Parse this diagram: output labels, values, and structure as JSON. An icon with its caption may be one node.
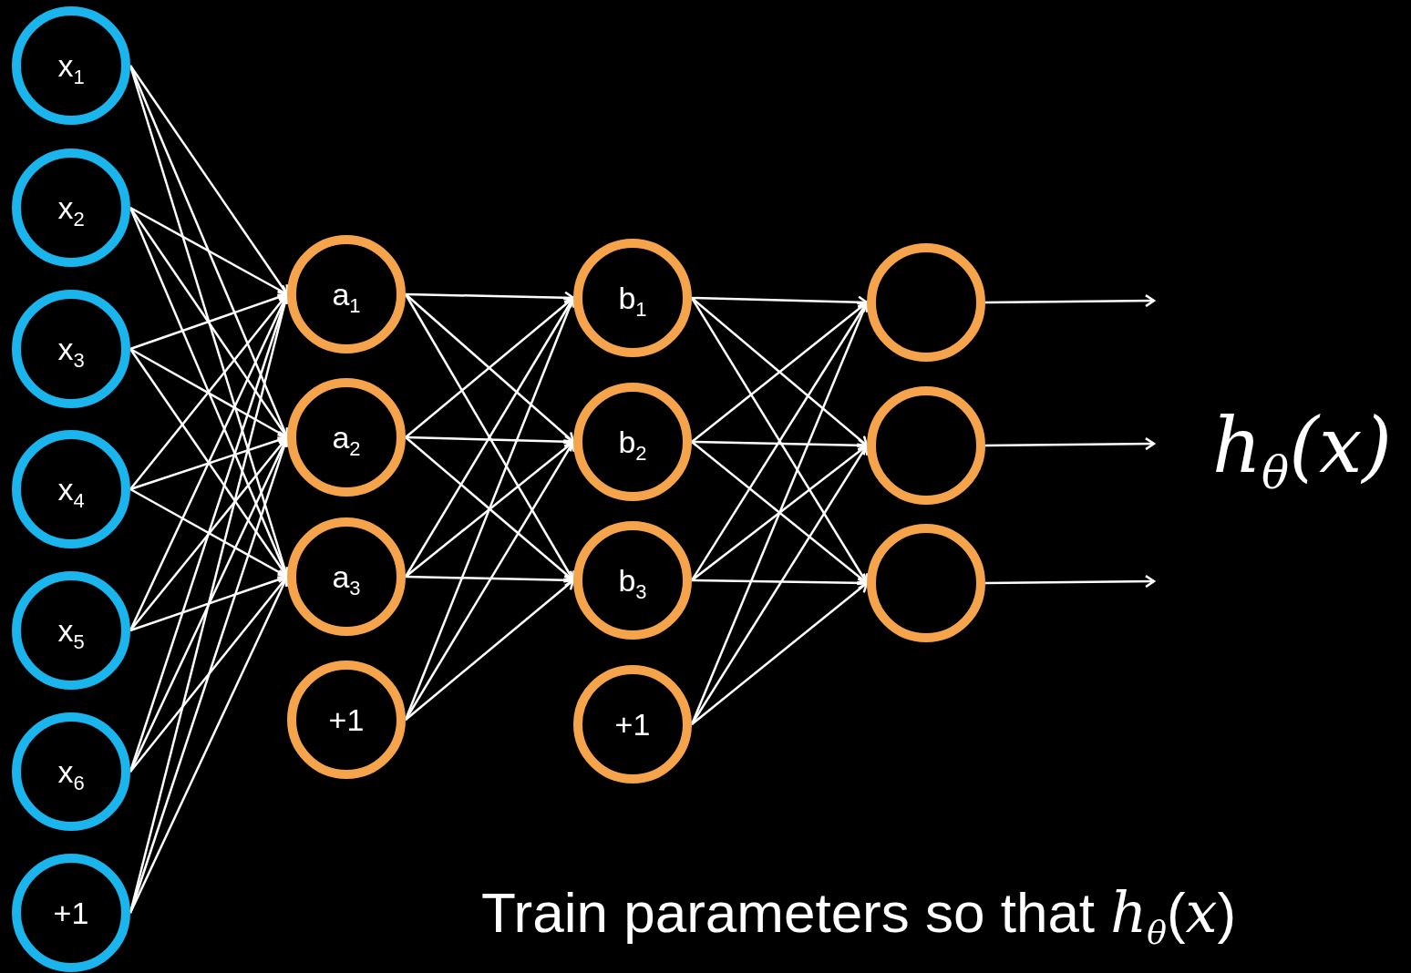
{
  "diagram": {
    "nodes": [
      {
        "text": [
          "x$_{1}$"
        ]
      },
      {
        "text": [
          "x$_{2}$"
        ]
      },
      {
        "text": [
          "x$_{3}$"
        ]
      },
      {
        "text": [
          "x$_{4}$"
        ]
      },
      {
        "text": [
          "x$_{5}$"
        ]
      },
      {
        "text": [
          "x$_{6}$"
        ]
      },
      {
        "text": [
          "+1"
        ]
      },
      {
        "text": [
          "a$_{1}$"
        ]
      },
      {
        "text": [
          "a$_{2}$"
        ]
      },
      {
        "text": [
          "a$_{3}$"
        ]
      },
      {
        "text": [
          "+1"
        ]
      },
      {
        "text": [
          "b$_{1}$"
        ]
      },
      {
        "text": [
          "b$_{2}$"
        ]
      },
      {
        "text": [
          "b$_{3}$"
        ]
      },
      {
        "text": [
          "+1"
        ]
      },
      {
        "text": [],
        "shape": "circle"
      },
      {
        "text": [],
        "shape": "circle"
      },
      {
        "text": [],
        "shape": "circle"
      }
    ],
    "edges": [
      {
        "from": 0,
        "to": 7,
        "arrow": "to"
      },
      {
        "from": 0,
        "to": 8,
        "arrow": "to"
      },
      {
        "from": 0,
        "to": 9,
        "arrow": "to"
      },
      {
        "from": 1,
        "to": 7,
        "arrow": "to"
      },
      {
        "from": 1,
        "to": 8,
        "arrow": "to"
      },
      {
        "from": 1,
        "to": 9,
        "arrow": "to"
      },
      {
        "from": 2,
        "to": 7,
        "arrow": "to"
      },
      {
        "from": 2,
        "to": 8,
        "arrow": "to"
      },
      {
        "from": 2,
        "to": 9,
        "arrow": "to"
      },
      {
        "from": 3,
        "to": 7,
        "arrow": "to"
      },
      {
        "from": 3,
        "to": 8,
        "arrow": "to"
      },
      {
        "from": 3,
        "to": 9,
        "arrow": "to"
      },
      {
        "from": 4,
        "to": 7,
        "arrow": "to"
      },
      {
        "from": 4,
        "to": 8,
        "arrow": "to"
      },
      {
        "from": 4,
        "to": 9,
        "arrow": "to"
      },
      {
        "from": 5,
        "to": 7,
        "arrow": "to"
      },
      {
        "from": 5,
        "to": 8,
        "arrow": "to"
      },
      {
        "from": 5,
        "to": 9,
        "arrow": "to"
      },
      {
        "from": 6,
        "to": 7,
        "arrow": "to"
      },
      {
        "from": 6,
        "to": 8,
        "arrow": "to"
      },
      {
        "from": 6,
        "to": 9,
        "arrow": "to"
      },
      {
        "from": 7,
        "to": 11,
        "arrow": "to"
      },
      {
        "from": 7,
        "to": 12,
        "arrow": "to"
      },
      {
        "from": 7,
        "to": 13,
        "arrow": "to"
      },
      {
        "from": 8,
        "to": 11,
        "arrow": "to"
      },
      {
        "from": 8,
        "to": 12,
        "arrow": "to"
      },
      {
        "from": 8,
        "to": 13,
        "arrow": "to"
      },
      {
        "from": 9,
        "to": 11,
        "arrow": "to"
      },
      {
        "from": 9,
        "to": 12,
        "arrow": "to"
      },
      {
        "from": 9,
        "to": 13,
        "arrow": "to"
      },
      {
        "from": 10,
        "to": 11,
        "arrow": "to"
      },
      {
        "from": 10,
        "to": 12,
        "arrow": "to"
      },
      {
        "from": 10,
        "to": 13,
        "arrow": "to"
      },
      {
        "from": 11,
        "to": 15,
        "arrow": "to"
      },
      {
        "from": 11,
        "to": 16,
        "arrow": "to"
      },
      {
        "from": 11,
        "to": 17,
        "arrow": "to"
      },
      {
        "from": 12,
        "to": 15,
        "arrow": "to"
      },
      {
        "from": 12,
        "to": 16,
        "arrow": "to"
      },
      {
        "from": 12,
        "to": 17,
        "arrow": "to"
      },
      {
        "from": 13,
        "to": 15,
        "arrow": "to"
      },
      {
        "from": 13,
        "to": 16,
        "arrow": "to"
      },
      {
        "from": 13,
        "to": 17,
        "arrow": "to"
      },
      {
        "from": 14,
        "to": 15,
        "arrow": "to"
      },
      {
        "from": 14,
        "to": 16,
        "arrow": "to"
      },
      {
        "from": 14,
        "to": 17,
        "arrow": "to"
      },
      {
        "from": 15,
        "to": null,
        "arrow": "to"
      },
      {
        "from": 16,
        "to": null,
        "arrow": "to"
      },
      {
        "from": 17,
        "to": null,
        "arrow": "to"
      }
    ],
    "labels": [
      "h$_{θ}$(x)",
      "Train parameters so that *h*$_{θ}$(*x*)"
    ]
  }
}
